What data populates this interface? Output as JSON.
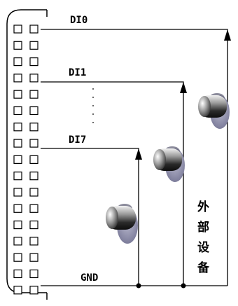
{
  "diagram": {
    "connector": {
      "pin_rows": 17
    },
    "signals": {
      "di0": "DI0",
      "di1": "DI1",
      "di7": "DI7",
      "gnd": "GND",
      "ellipsis": "⋮"
    },
    "device_label_chars": [
      "外",
      "部",
      "设",
      "备"
    ],
    "switches": [
      {
        "signal": "DI0",
        "state": "off"
      },
      {
        "signal": "DI1",
        "state": "off"
      },
      {
        "signal": "DI7",
        "state": "off"
      }
    ],
    "colors": {
      "line": "#000000",
      "knob_dark": "#1a1a1a",
      "knob_light": "#e8e8e8",
      "base": "#8a8aa8"
    }
  }
}
